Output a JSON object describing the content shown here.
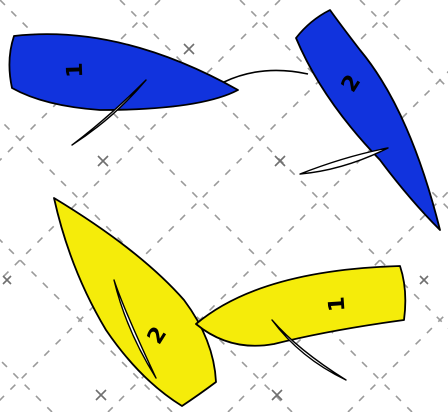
{
  "colors": {
    "background": "#ffffff",
    "team_blue": "#1133dd",
    "team_yellow": "#f5ec0a",
    "outline": "#000000",
    "sail": "#ffffff",
    "grid": "#9a9a9a"
  },
  "boats": [
    {
      "team": "blue",
      "number": "1"
    },
    {
      "team": "blue",
      "number": "2"
    },
    {
      "team": "yellow",
      "number": "2"
    },
    {
      "team": "yellow",
      "number": "1"
    }
  ],
  "grid": {
    "style": "dashed diagonal lines",
    "marker_icon": "cross-mark-icon"
  }
}
